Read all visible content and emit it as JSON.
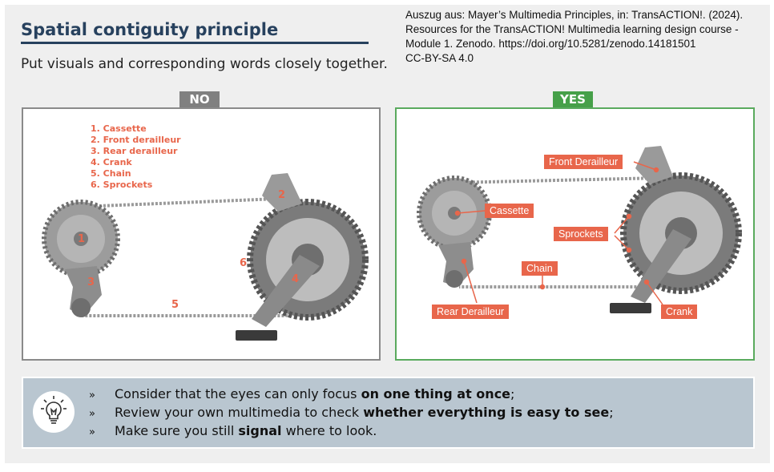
{
  "header": {
    "title": "Spatial contiguity principle",
    "subtitle": "Put visuals and corresponding words closely together.",
    "citation": "Auszug aus: Mayer’s Multimedia Principles, in: TransACTION!. (2024).\nResources for the TransACTION! Multimedia learning design course -\nModule 1. Zenodo. https://doi.org/10.5281/zenodo.14181501\nCC-BY-SA 4.0"
  },
  "no_panel": {
    "badge": "NO",
    "legend": [
      "1. Cassette",
      "2. Front derailleur",
      "3. Rear derailleur",
      "4. Crank",
      "5. Chain",
      "6. Sprockets"
    ],
    "numbers": [
      "1",
      "2",
      "3",
      "4",
      "5",
      "6"
    ]
  },
  "yes_panel": {
    "badge": "YES",
    "labels": {
      "front_derailleur": "Front Derailleur",
      "cassette": "Cassette",
      "sprockets": "Sprockets",
      "chain": "Chain",
      "rear_derailleur": "Rear Derailleur",
      "crank": "Crank"
    }
  },
  "tips": {
    "icon": "lightbulb-icon",
    "bullet_mark": "»",
    "items": [
      {
        "pre": "Consider that the eyes can only focus ",
        "bold": "on one thing at once",
        "post": ";"
      },
      {
        "pre": "Review your own multimedia to check ",
        "bold": "whether everything is easy to see",
        "post": ";"
      },
      {
        "pre": "Make sure you still ",
        "bold": "signal",
        "post": " where to look."
      }
    ]
  },
  "colors": {
    "title": "#27415e",
    "accent": "#e8664b",
    "no_badge": "#808080",
    "yes_badge": "#46a049",
    "tips_bg": "#b9c6d0"
  }
}
